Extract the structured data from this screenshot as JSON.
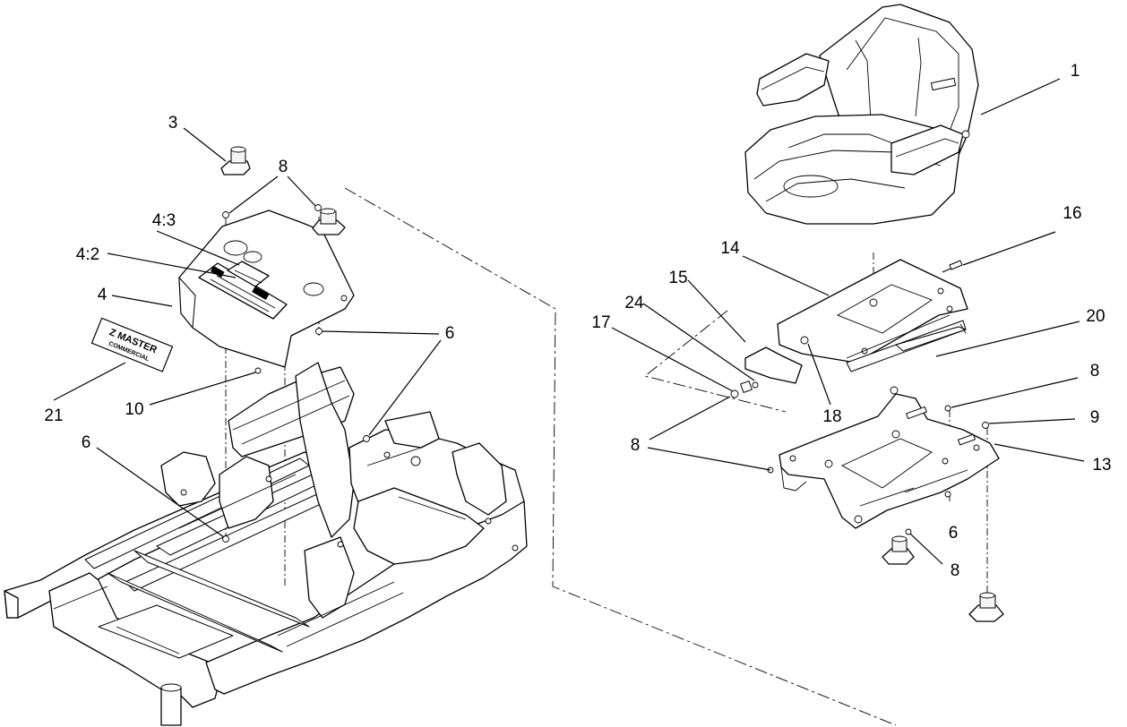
{
  "callouts": {
    "c1": "1",
    "c3": "3",
    "c4": "4",
    "c4_2": "4:2",
    "c4_3": "4:3",
    "c6_left": "6",
    "c6_upper": "6",
    "c6_right": "6",
    "c8_top": "8",
    "c8_left_group": "8",
    "c8_right": "8",
    "c8_bottom": "8",
    "c9": "9",
    "c10": "10",
    "c13": "13",
    "c14": "14",
    "c15": "15",
    "c16": "16",
    "c17": "17",
    "c18": "18",
    "c20": "20",
    "c21": "21",
    "c24": "24"
  },
  "decal": {
    "line1": "Z MASTER",
    "line2": "COMMERCIAL"
  }
}
